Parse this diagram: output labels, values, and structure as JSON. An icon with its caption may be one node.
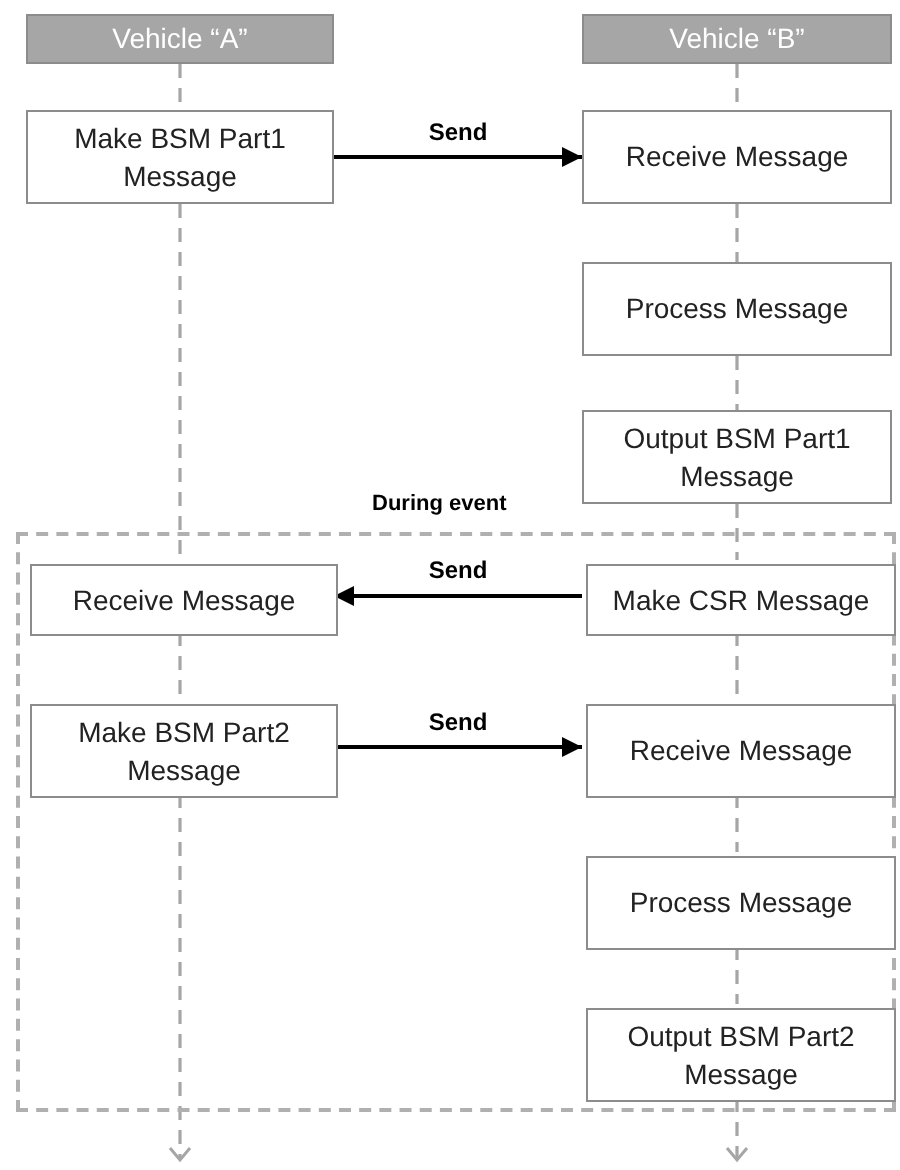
{
  "diagram": {
    "nodes": [
      {
        "text": [
          "Vehicle “A”"
        ]
      },
      {
        "text": [
          "Vehicle “B”"
        ]
      },
      {
        "text": [
          "Make BSM Part1 Message"
        ]
      },
      {
        "text": [
          "Receive Message"
        ]
      },
      {
        "text": [
          "Process Message"
        ]
      },
      {
        "text": [
          "Output BSM Part1 Message"
        ]
      },
      {
        "text": [
          "During event"
        ]
      },
      {
        "text": [
          "Receive Message"
        ],
        "in": 6
      },
      {
        "text": [
          "Make CSR Message"
        ],
        "in": 6
      },
      {
        "text": [
          "Make BSM Part2 Message"
        ],
        "in": 6
      },
      {
        "text": [
          "Receive Message"
        ],
        "in": 6
      },
      {
        "text": [
          "Process Message"
        ],
        "in": 6
      },
      {
        "text": [
          "Output BSM Part2 Message"
        ],
        "in": 6
      }
    ],
    "edges": [
      {
        "from": 0,
        "to": 2,
        "arrow": "none",
        "style": "dashed",
        "color": "#a6a6a6"
      },
      {
        "from": 2,
        "to": 7,
        "arrow": "none",
        "style": "dashed",
        "color": "#a6a6a6"
      },
      {
        "from": 7,
        "to": 9,
        "arrow": "none",
        "style": "dashed",
        "color": "#a6a6a6"
      },
      {
        "from": 9,
        "to": null,
        "arrow": "to",
        "style": "dashed",
        "color": "#a6a6a6"
      },
      {
        "from": 1,
        "to": 3,
        "arrow": "none",
        "style": "dashed",
        "color": "#a6a6a6"
      },
      {
        "from": 3,
        "to": 4,
        "arrow": "none",
        "style": "dashed",
        "color": "#a6a6a6"
      },
      {
        "from": 4,
        "to": 5,
        "arrow": "none",
        "style": "dashed",
        "color": "#a6a6a6"
      },
      {
        "from": 5,
        "to": 8,
        "arrow": "none",
        "style": "dashed",
        "color": "#a6a6a6"
      },
      {
        "from": 8,
        "to": 10,
        "arrow": "none",
        "style": "dashed",
        "color": "#a6a6a6"
      },
      {
        "from": 10,
        "to": 11,
        "arrow": "none",
        "style": "dashed",
        "color": "#a6a6a6"
      },
      {
        "from": 11,
        "to": 12,
        "arrow": "none",
        "style": "dashed",
        "color": "#a6a6a6"
      },
      {
        "from": 12,
        "to": null,
        "arrow": "to",
        "style": "dashed",
        "color": "#a6a6a6"
      },
      {
        "from": 2,
        "to": 3,
        "arrow": "to",
        "label": "Send",
        "color": "#000000"
      },
      {
        "from": 8,
        "to": 7,
        "arrow": "to",
        "label": "Send",
        "color": "#000000"
      },
      {
        "from": 9,
        "to": 10,
        "arrow": "to",
        "label": "Send",
        "color": "#000000"
      }
    ]
  }
}
